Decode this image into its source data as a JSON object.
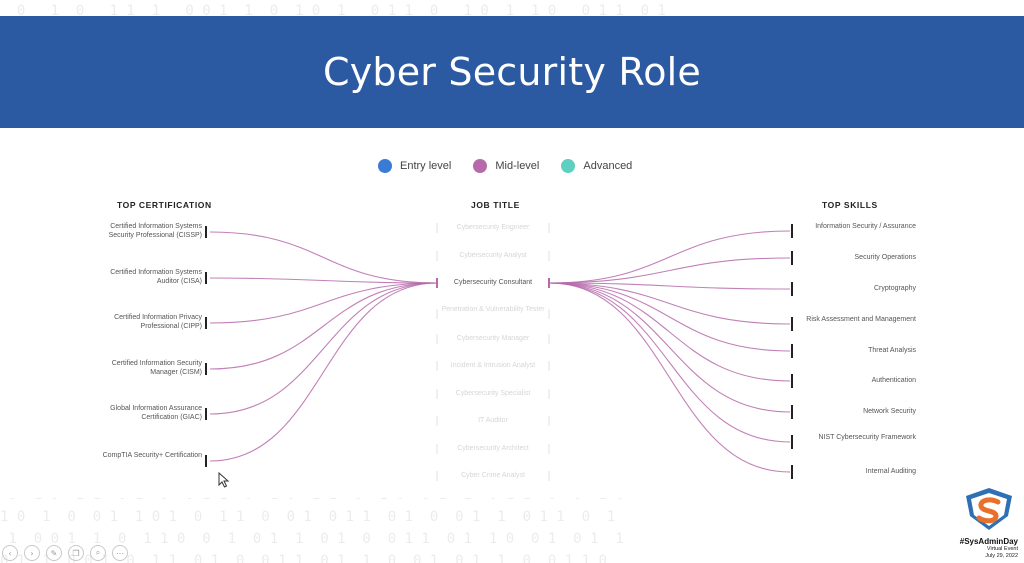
{
  "title": "Cyber Security Role",
  "legend": [
    {
      "label": "Entry level",
      "color": "#3a7bd5"
    },
    {
      "label": "Mid-level",
      "color": "#b66aaa"
    },
    {
      "label": "Advanced",
      "color": "#5fcfbf"
    }
  ],
  "columns": {
    "certifications": "TOP CERTIFICATION",
    "jobs": "JOB TITLE",
    "skills": "TOP SKILLS"
  },
  "certifications": [
    "Certified Information Systems Security Professional (CISSP)",
    "Certified Information Systems Auditor (CISA)",
    "Certified Information Privacy Professional (CIPP)",
    "Certified Information Security Manager (CISM)",
    "Global Information Assurance Certification (GIAC)",
    "CompTIA Security+ Certification"
  ],
  "jobs": [
    "Cybersecurity Engineer",
    "Cybersecurity Analyst",
    "Cybersecurity Consultant",
    "Penetration & Vulnerability Tester",
    "Cybersecurity Manager",
    "Incident & Intrusion Analyst",
    "Cybersecurity Specialist",
    "IT Auditor",
    "Cybersecurity Architect",
    "Cyber Crime Analyst"
  ],
  "active_job": "Cybersecurity Consultant",
  "skills": [
    "Information Security / Assurance",
    "Security Operations",
    "Cryptography",
    "Risk Assessment and Management",
    "Threat Analysis",
    "Authentication",
    "Network Security",
    "NIST Cybersecurity Framework",
    "Internal Auditing"
  ],
  "link_color": "#b66aaa",
  "brand": {
    "tag": "#SysAdminDay",
    "subtitle": "Virtual Event",
    "date": "July 29, 2022"
  }
}
